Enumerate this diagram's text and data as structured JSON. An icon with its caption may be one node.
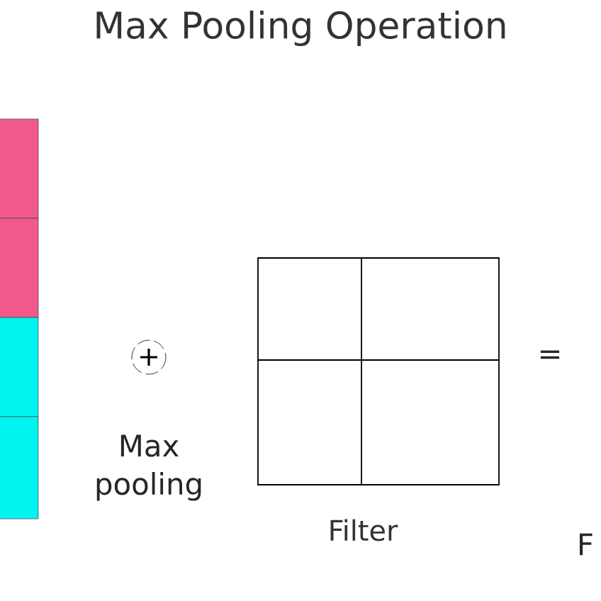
{
  "diagram": {
    "title": "Max Pooling Operation",
    "nodes": [
      {
        "text": [],
        "shape": "box",
        "beside": [
          "Filter"
        ]
      }
    ],
    "labels": [
      "Max pooling",
      "=",
      "F"
    ]
  }
}
